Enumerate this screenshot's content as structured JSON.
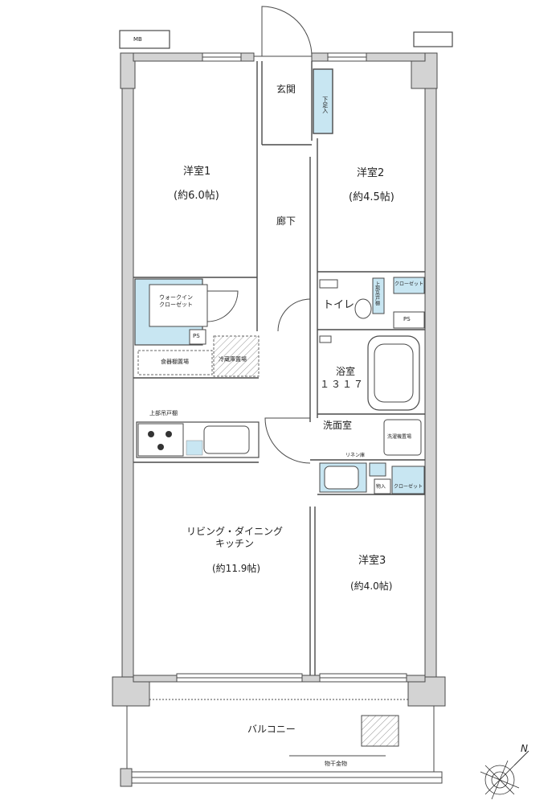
{
  "mb": "MB",
  "rooms": {
    "genkan": "玄関",
    "shoe_storage": "下足入",
    "western1": "洋室1",
    "western1_size": "(約6.0帖)",
    "western2": "洋室2",
    "western2_size": "(約4.5帖)",
    "corridor": "廊下",
    "walkin": "ウォークイン\nクローゼット",
    "ps": "PS",
    "closet": "クローゼット",
    "toilet": "トイレ",
    "toilet_cabinet": "上部吊戸棚",
    "dishwasher_space": "食器棚置場",
    "fridge_space": "冷蔵庫置場",
    "bath": "浴室",
    "bath_size": "１３１７",
    "upper_cabinet": "上部吊戸棚",
    "washroom": "洗面室",
    "washer_space": "洗濯機置場",
    "linen": "リネン庫",
    "storage": "物入",
    "ldk": "リビング・ダイニング\nキッチン",
    "ldk_size": "(約11.9帖)",
    "western3": "洋室3",
    "western3_size": "(約4.0帖)",
    "balcony": "バルコニー",
    "drying": "物干金物",
    "north": "N"
  },
  "colors": {
    "wall": "#d3d3d3",
    "line": "#4a4a4a",
    "storage_fill": "#c8e6f2"
  }
}
